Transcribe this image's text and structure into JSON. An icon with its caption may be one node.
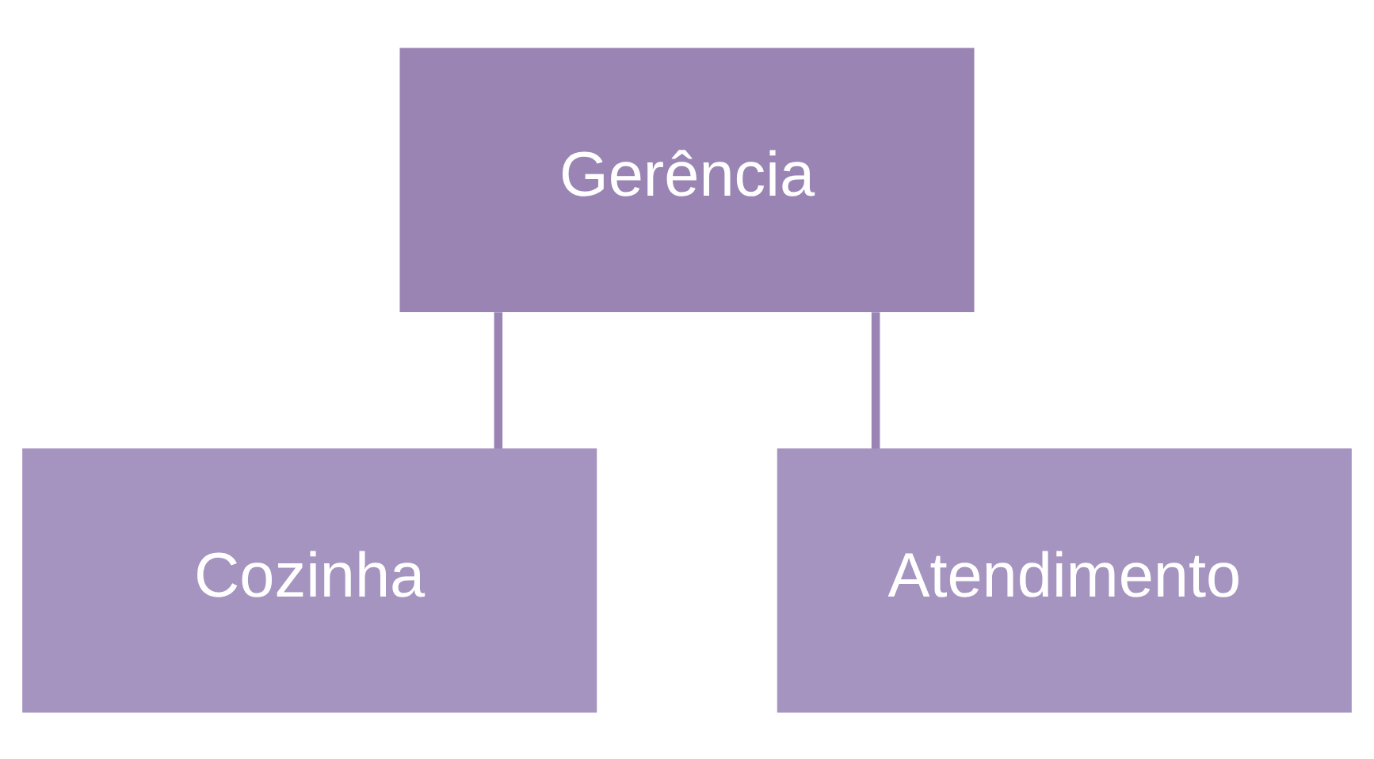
{
  "diagram": {
    "nodes": [
      {
        "text": [
          "Gerência"
        ]
      },
      {
        "text": [
          "Cozinha"
        ]
      },
      {
        "text": [
          "Atendimento"
        ]
      }
    ],
    "edges": [
      {
        "from": 0,
        "to": 1,
        "arrow": "none"
      },
      {
        "from": 0,
        "to": 2,
        "arrow": "none"
      }
    ]
  }
}
